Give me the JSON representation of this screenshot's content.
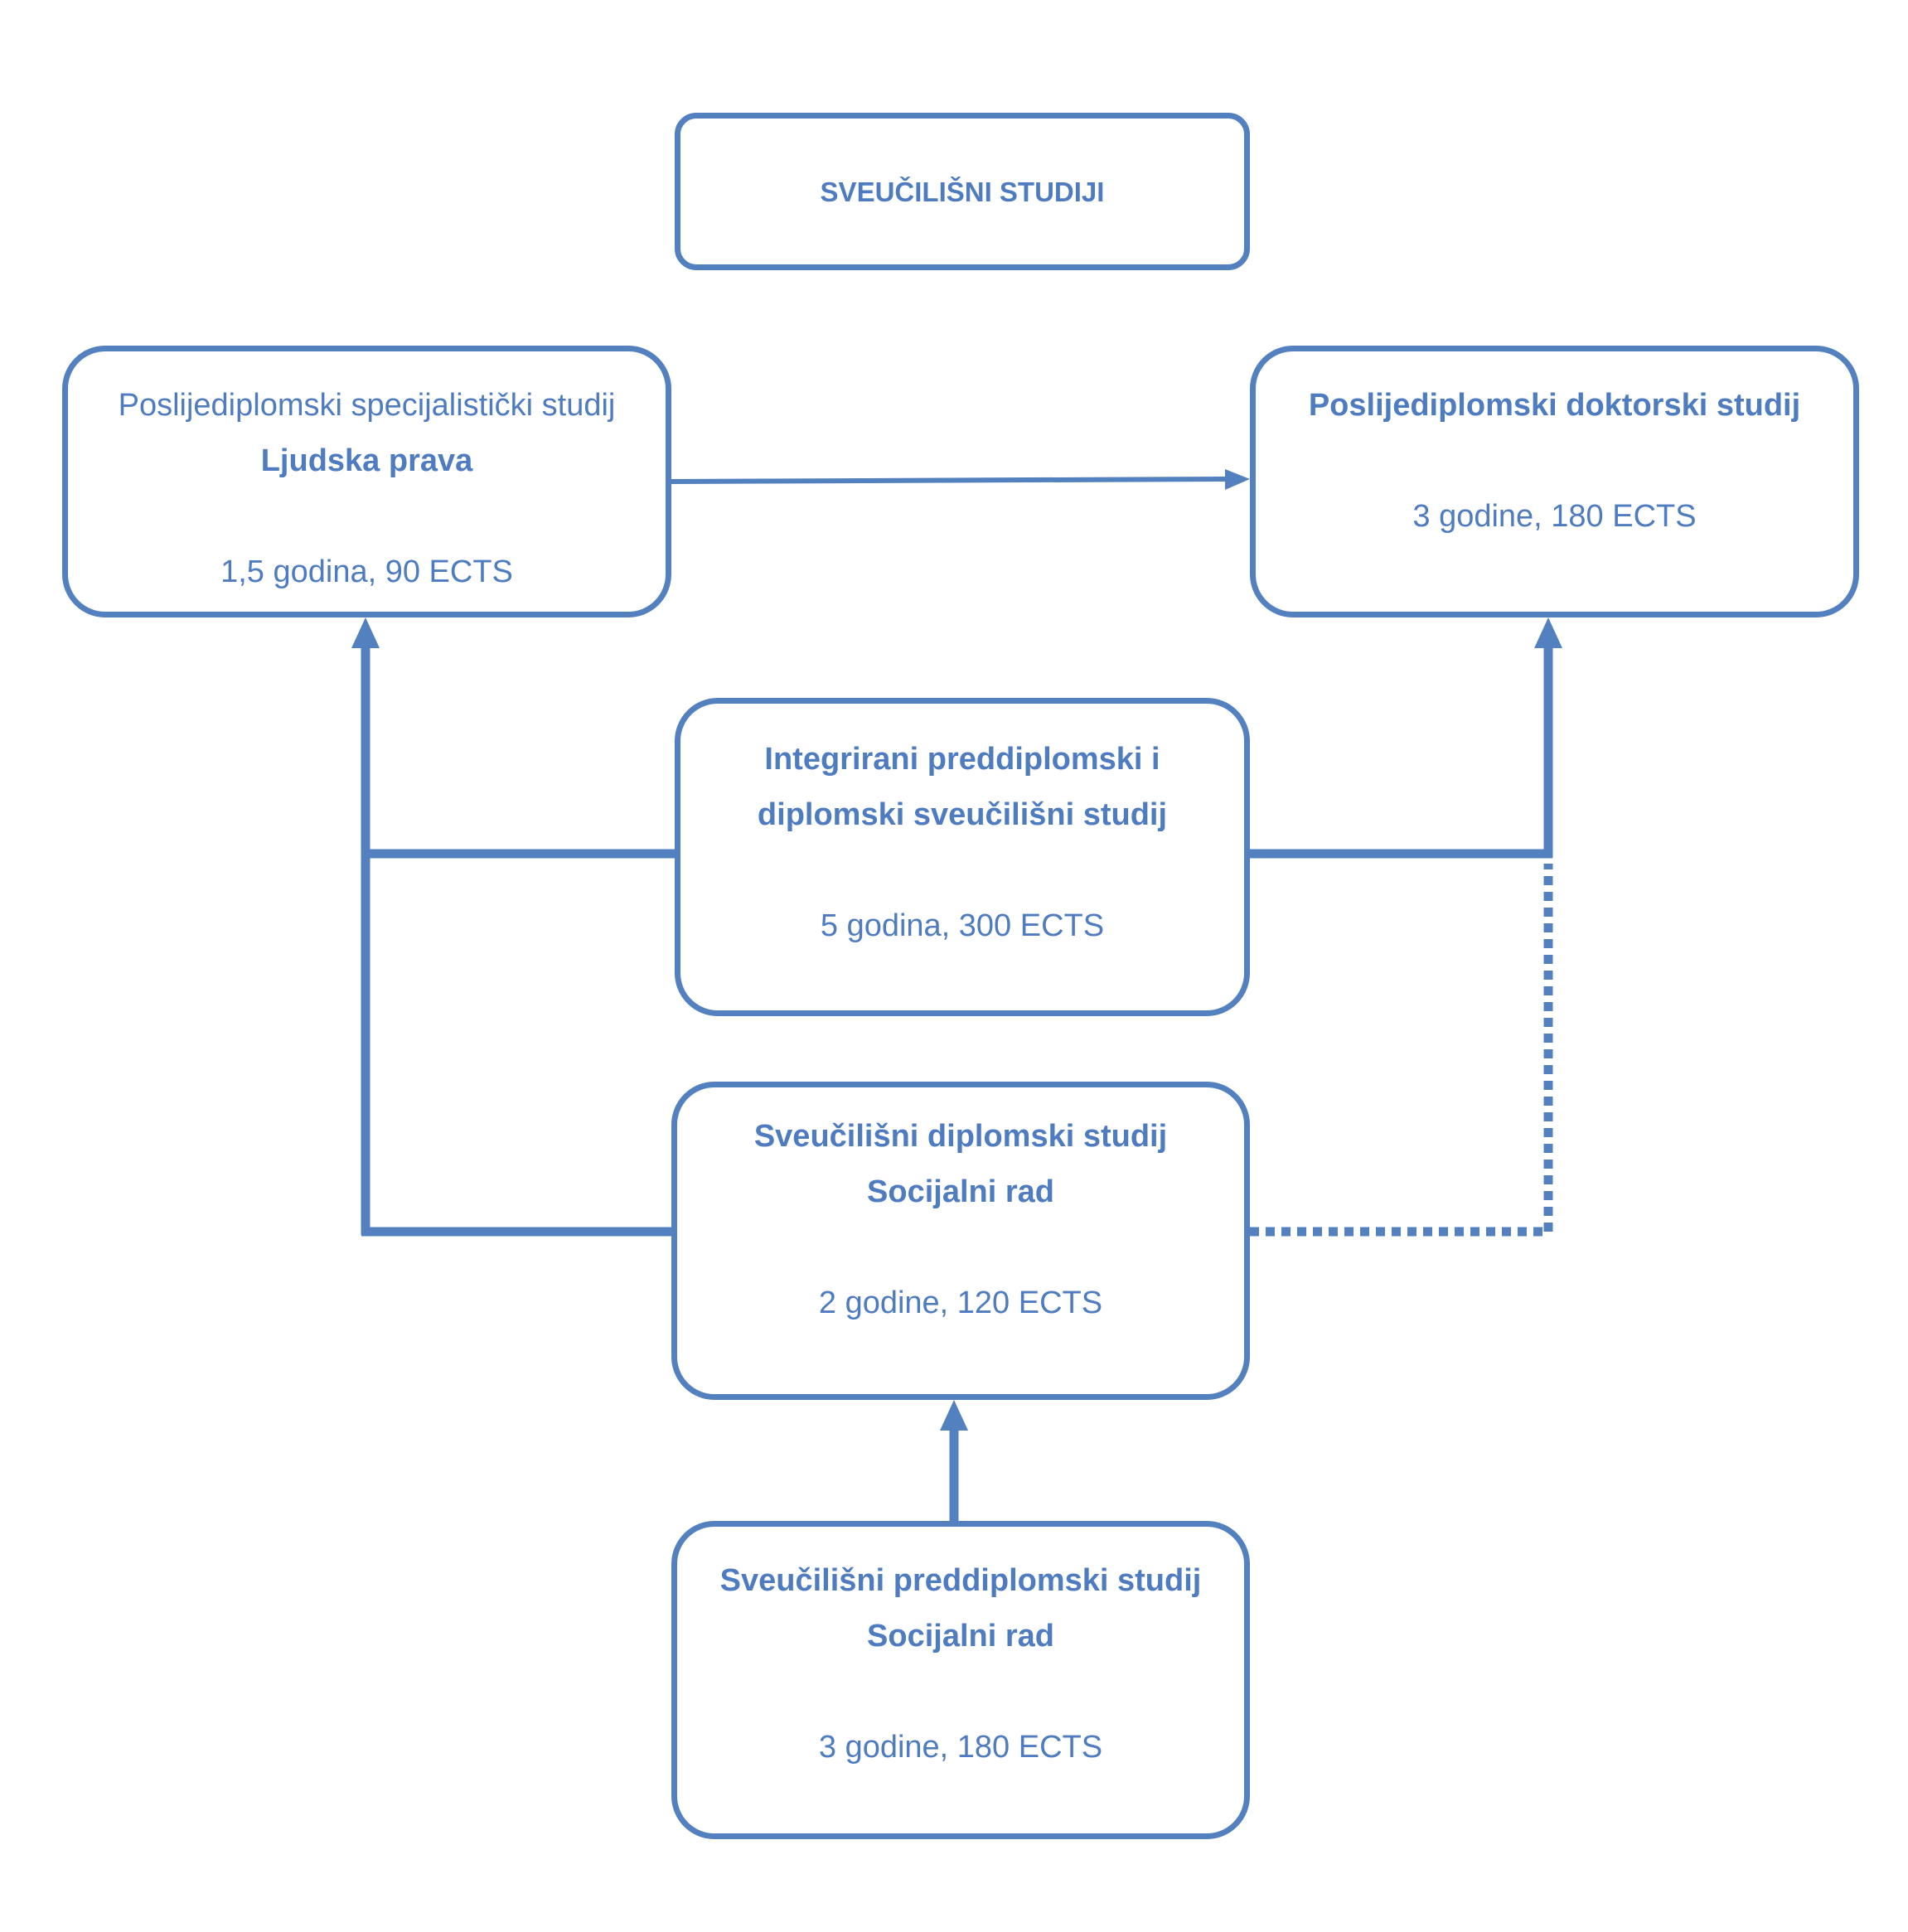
{
  "colors": {
    "stroke": "#5381C0",
    "text": "#4F7CC0",
    "background": "#FFFFFF"
  },
  "header": {
    "title": "SVEUČILIŠNI STUDIJI"
  },
  "specialist": {
    "line1": "Poslijediplomski specijalistički studij",
    "line2": "Ljudska prava",
    "duration": "1,5 godina, 90 ECTS"
  },
  "doctoral": {
    "line1": "Poslijediplomski doktorski studij",
    "duration": "3 godine, 180 ECTS"
  },
  "integrated": {
    "line1": "Integrirani preddiplomski i",
    "line2": "diplomski sveučilišni studij",
    "duration": "5 godina, 300 ECTS"
  },
  "graduate": {
    "line1": "Sveučilišni diplomski studij",
    "line2": "Socijalni rad",
    "duration": "2 godine, 120 ECTS"
  },
  "undergraduate": {
    "line1": "Sveučilišni preddiplomski studij",
    "line2": "Socijalni rad",
    "duration": "3 godine, 180 ECTS"
  },
  "connections": [
    {
      "from": "specialist",
      "to": "doctoral",
      "style": "solid"
    },
    {
      "from": "integrated",
      "to": "specialist",
      "style": "solid"
    },
    {
      "from": "integrated",
      "to": "doctoral",
      "style": "solid"
    },
    {
      "from": "graduate",
      "to": "specialist",
      "style": "solid"
    },
    {
      "from": "graduate",
      "to": "doctoral",
      "style": "dotted"
    },
    {
      "from": "undergraduate",
      "to": "graduate",
      "style": "solid"
    }
  ]
}
